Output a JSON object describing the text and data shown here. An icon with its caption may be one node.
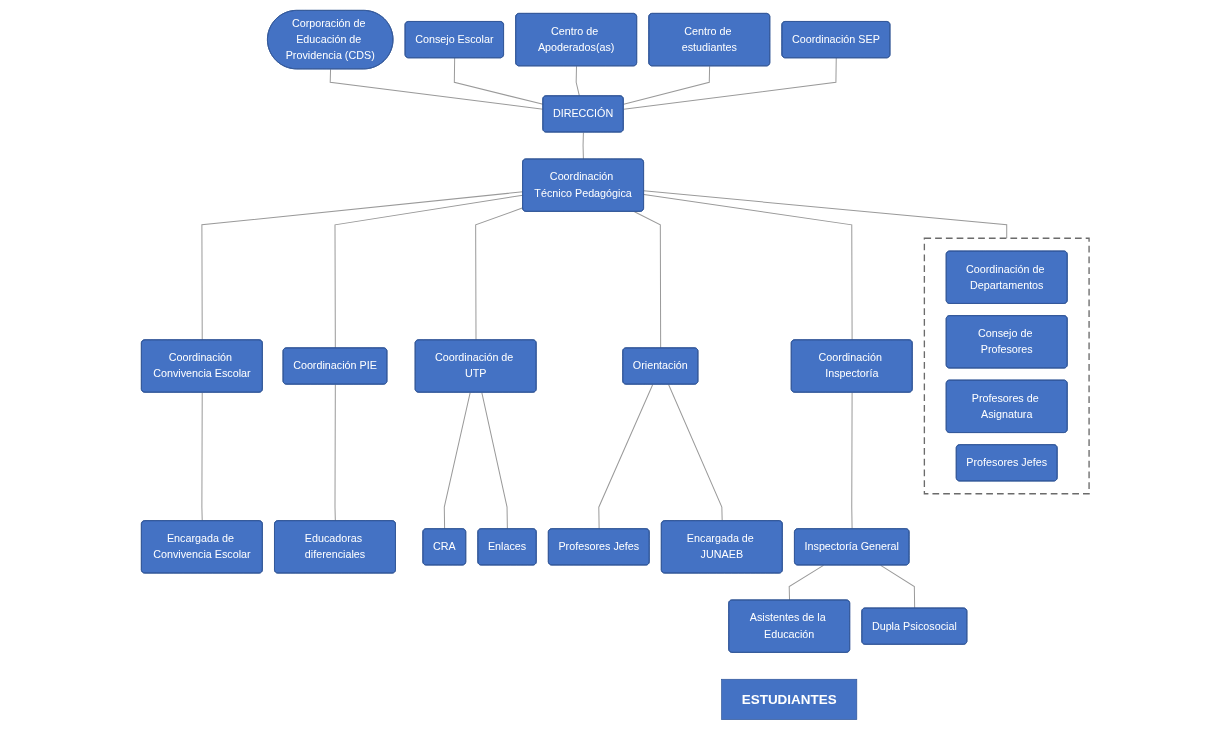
{
  "diagram": {
    "nodes": [
      {
        "text": [
          "Corporación de Educación de Providencia (CDS)"
        ]
      },
      {
        "text": [
          "Consejo Escolar"
        ]
      },
      {
        "text": [
          "Centro de Apoderados(as)"
        ]
      },
      {
        "text": [
          "Centro de estudiantes"
        ]
      },
      {
        "text": [
          "DIRECCIÓN"
        ]
      },
      {
        "text": [
          "Coordinación SEP"
        ]
      },
      {
        "text": [
          "Coordinación Técnico Pedagógica"
        ]
      },
      {
        "text": [
          "Coordinación Convivencia Escolar"
        ]
      },
      {
        "text": [
          "Coordinación Inspectoría"
        ]
      },
      {
        "text": [
          "Encargada de Convivencia Escolar"
        ]
      },
      {
        "text": [
          "Coordinación PIE"
        ]
      },
      {
        "text": [
          "Coordinación de UTP"
        ]
      },
      {
        "text": [
          "Orientación"
        ]
      },
      {
        "text": [
          "Educadoras diferenciales"
        ]
      },
      {
        "text": [
          "CRA"
        ]
      },
      {
        "text": [
          "Profesores Jefes"
        ]
      },
      {
        "text": [
          "Encargada de JUNAEB"
        ]
      },
      {
        "text": [
          "Inspectoría General"
        ]
      },
      {
        "text": [],
        "shape": "box"
      },
      {
        "text": [
          "Coordinación de Departamentos"
        ],
        "in": 18
      },
      {
        "text": [
          "Consejo de Profesores"
        ],
        "in": 18
      },
      {
        "text": [
          "Profesores de Asignatura"
        ],
        "in": 18
      },
      {
        "text": [
          "Profesores Jefes"
        ],
        "in": 18
      },
      {
        "text": [
          "Enlaces"
        ]
      },
      {
        "text": [
          "Asistentes de la Educación"
        ]
      },
      {
        "text": [
          "Dupla Psicosocial"
        ]
      },
      {
        "text": [
          "ESTUDIANTES"
        ]
      }
    ],
    "edges": [
      {
        "from": 0,
        "to": 4,
        "arrow": "none"
      },
      {
        "from": 1,
        "to": 4,
        "arrow": "none"
      },
      {
        "from": 2,
        "to": 4,
        "arrow": "none"
      },
      {
        "from": 3,
        "to": 4,
        "arrow": "none"
      },
      {
        "from": 4,
        "to": 5,
        "arrow": "none"
      },
      {
        "from": 4,
        "to": 6,
        "arrow": "none"
      },
      {
        "from": 6,
        "to": 7,
        "arrow": "none"
      },
      {
        "from": 6,
        "to": 18,
        "arrow": "none"
      },
      {
        "from": 6,
        "to": 10,
        "arrow": "none"
      },
      {
        "from": 6,
        "to": 11,
        "arrow": "none"
      },
      {
        "from": 6,
        "to": 12,
        "arrow": "none"
      },
      {
        "from": 6,
        "to": 8,
        "arrow": "none"
      },
      {
        "from": 7,
        "to": 9,
        "arrow": "none"
      },
      {
        "from": 10,
        "to": 13,
        "arrow": "none"
      },
      {
        "from": 11,
        "to": 14,
        "arrow": "none"
      },
      {
        "from": 11,
        "to": 23,
        "arrow": "none"
      },
      {
        "from": 12,
        "to": 15,
        "arrow": "none"
      },
      {
        "from": 12,
        "to": 16,
        "arrow": "none"
      },
      {
        "from": 8,
        "to": 17,
        "arrow": "none"
      },
      {
        "from": 17,
        "to": 24,
        "arrow": "none"
      },
      {
        "from": 17,
        "to": 25,
        "arrow": "none"
      }
    ]
  }
}
